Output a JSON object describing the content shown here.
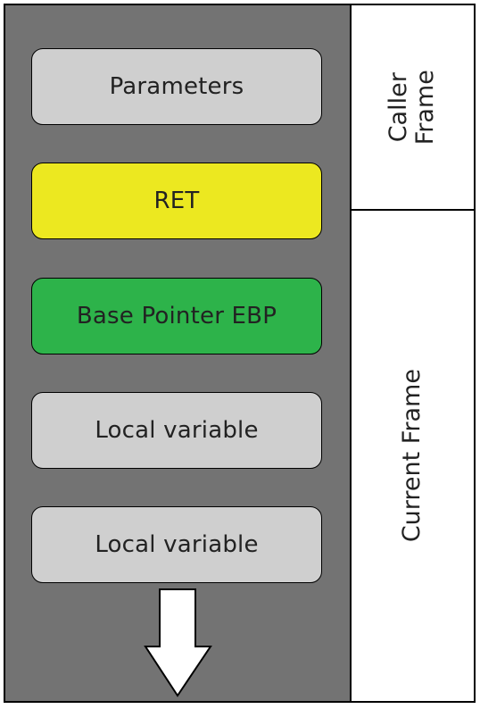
{
  "stack": {
    "items": [
      {
        "label": "Parameters",
        "color": "#cfcfcf"
      },
      {
        "label": "RET",
        "color": "#ece820"
      },
      {
        "label": "Base Pointer EBP",
        "color": "#2db34a"
      },
      {
        "label": "Local variable",
        "color": "#cfcfcf"
      },
      {
        "label": "Local variable",
        "color": "#cfcfcf"
      }
    ],
    "panel_color": "#737373",
    "growth_arrow_icon": "down-arrow-icon"
  },
  "frames": {
    "caller": {
      "line1": "Caller",
      "line2": "Frame"
    },
    "current": {
      "label": "Current Frame"
    }
  }
}
